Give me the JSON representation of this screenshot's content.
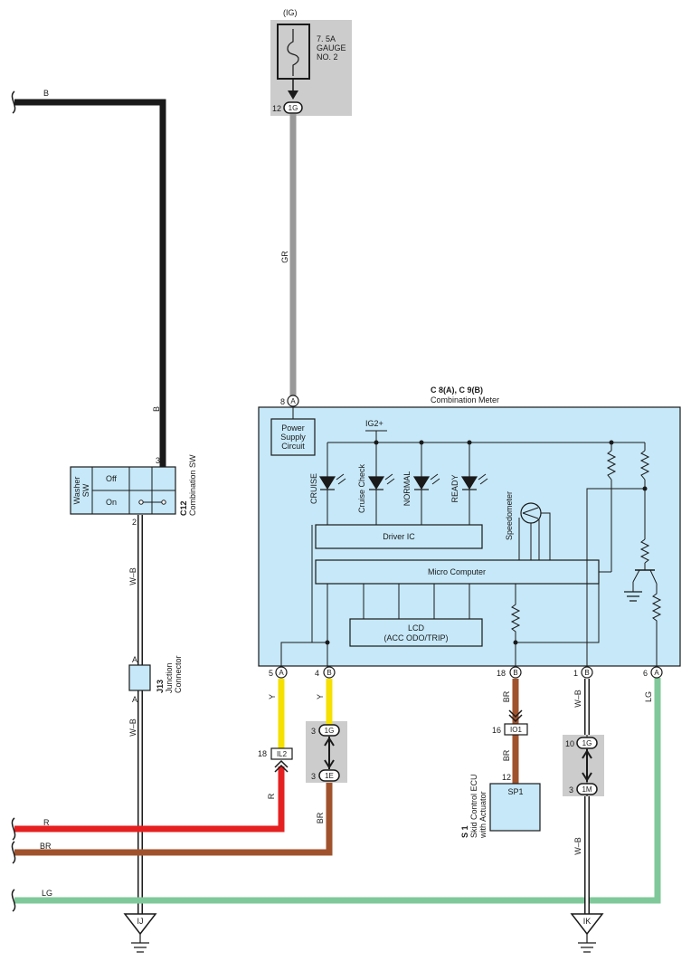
{
  "power": {
    "ig": "(IG)",
    "fuse_line1": "7. 5A",
    "fuse_line2": "GAUGE",
    "fuse_line3": "NO. 2",
    "fuse_pin": "12",
    "fuse_conn": "1G"
  },
  "wires": {
    "gr": "GR",
    "b_top": "B",
    "b_vert": "B",
    "wb_upper": "W–B",
    "wb_lower": "W–B",
    "y1": "Y",
    "y2": "Y",
    "br_meter": "BR",
    "br_ecu": "BR",
    "wb_ik_upper": "W–B",
    "wb_ik_lower": "W–B",
    "lg_meter": "LG",
    "r_vert": "R",
    "br_vert": "BR",
    "r_left": "R",
    "br_left": "BR",
    "lg_left": "LG"
  },
  "comb_sw": {
    "code": "C12",
    "name": "Combination SW",
    "washer1": "Washer",
    "washer2": "SW",
    "off": "Off",
    "on": "On",
    "pin_top": "3",
    "pin_bottom": "2"
  },
  "junction": {
    "code": "J13",
    "name1": "Junction",
    "name2": "Connector",
    "pin_top": "A",
    "pin_bottom": "A"
  },
  "meter": {
    "code": "C 8(A), C 9(B)",
    "name": "Combination Meter",
    "top_pin": "8",
    "top_conn": "A",
    "power1": "Power",
    "power2": "Supply",
    "power3": "Circuit",
    "ig2": "IG2+",
    "lamps": [
      "CRUISE",
      "Cruise Check",
      "NORMAL",
      "READY"
    ],
    "speedometer": "Speedometer",
    "driver_ic": "Driver IC",
    "micro": "Micro Computer",
    "lcd1": "LCD",
    "lcd2": "(ACC ODO/TRIP)",
    "pins": [
      {
        "num": "5",
        "conn": "A"
      },
      {
        "num": "4",
        "conn": "B"
      },
      {
        "num": "18",
        "conn": "B"
      },
      {
        "num": "1",
        "conn": "B"
      },
      {
        "num": "6",
        "conn": "A"
      }
    ]
  },
  "connectors": {
    "c1g_pin": "3",
    "c1g": "1G",
    "c1e_pin": "3",
    "c1e": "1E",
    "il2_pin": "18",
    "il2": "IL2",
    "io1_pin": "16",
    "io1": "IO1",
    "ecu_pin": "12",
    "c10_pin": "10",
    "c10": "1G",
    "c1m_pin": "3",
    "c1m": "1M"
  },
  "ecu": {
    "code": "S 1",
    "name1": "Skid Control ECU",
    "name2": "with Actuator",
    "box": "SP1"
  },
  "grounds": {
    "ij": "IJ",
    "ik": "IK"
  },
  "colors": {
    "meter_fill": "#c6e8f8",
    "wire_gr": "#999999",
    "wire_b": "#1a1a1a",
    "wire_y": "#f5e000",
    "wire_br": "#a0522d",
    "wire_r": "#e52020",
    "wire_lg": "#7fc89a",
    "shade": "#cccccc"
  }
}
